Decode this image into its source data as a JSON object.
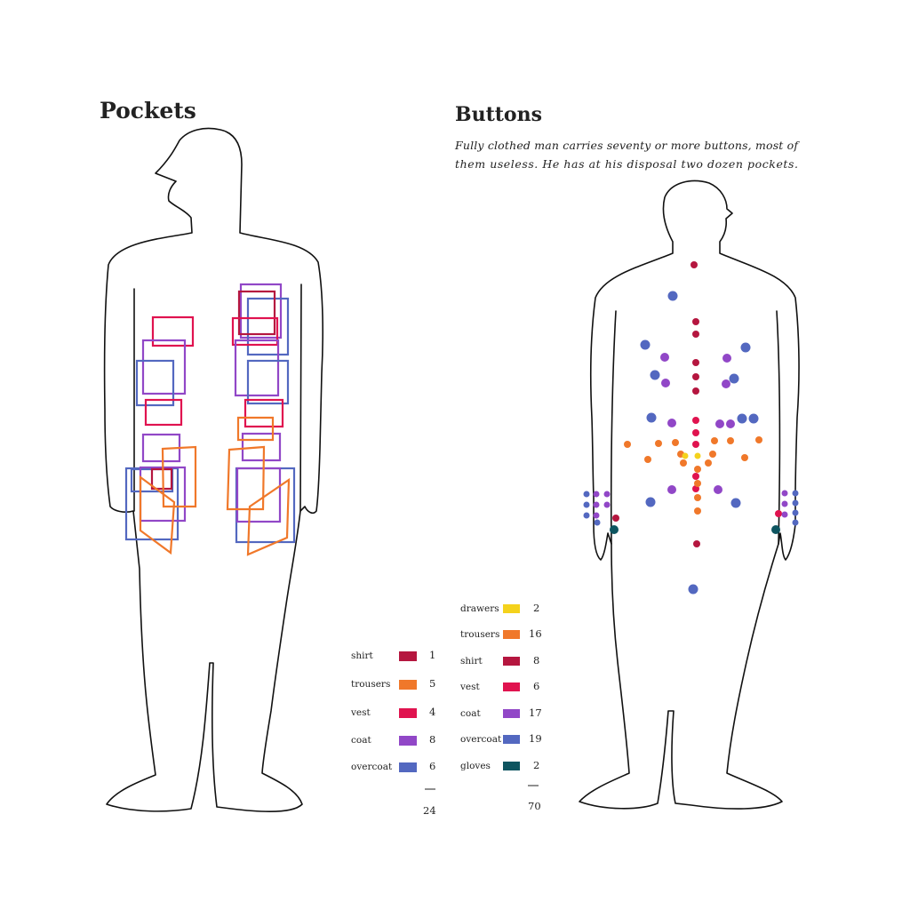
{
  "pockets": {
    "title": "Pockets",
    "legend": [
      {
        "label": "shirt",
        "count": "1",
        "color": "#b5163f"
      },
      {
        "label": "trousers",
        "count": "5",
        "color": "#f0782a"
      },
      {
        "label": "vest",
        "count": "4",
        "color": "#e0134f"
      },
      {
        "label": "coat",
        "count": "8",
        "color": "#9147c7"
      },
      {
        "label": "overcoat",
        "count": "6",
        "color": "#5368c0"
      }
    ],
    "total": "24"
  },
  "buttons": {
    "title": "Buttons",
    "subtitle_line1": "Fully clothed man carries seventy or more buttons, most of",
    "subtitle_line2": "them useless. He has at his disposal two dozen pockets.",
    "legend": [
      {
        "label": "drawers",
        "count": "2",
        "color": "#f4d21c"
      },
      {
        "label": "trousers",
        "count": "16",
        "color": "#f0782a"
      },
      {
        "label": "shirt",
        "count": "8",
        "color": "#b5163f"
      },
      {
        "label": "vest",
        "count": "6",
        "color": "#e0134f"
      },
      {
        "label": "coat",
        "count": "17",
        "color": "#9147c7"
      },
      {
        "label": "overcoat",
        "count": "19",
        "color": "#5368c0"
      },
      {
        "label": "gloves",
        "count": "2",
        "color": "#0e5560"
      }
    ],
    "total": "70"
  }
}
